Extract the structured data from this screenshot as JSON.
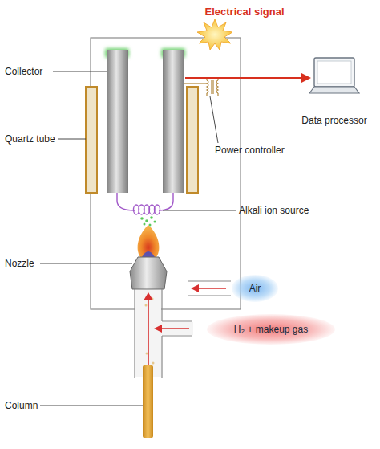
{
  "diagram": {
    "nodes": [
      {
        "text": [
          "Air"
        ]
      },
      {
        "text": [
          "H₂ + makeup gas"
        ]
      }
    ],
    "labels": [
      "Electrical signal",
      "Collector",
      "Data processor",
      "Quartz tube",
      "Power controller",
      "Alkali ion source",
      "Nozzle",
      "Column"
    ]
  }
}
